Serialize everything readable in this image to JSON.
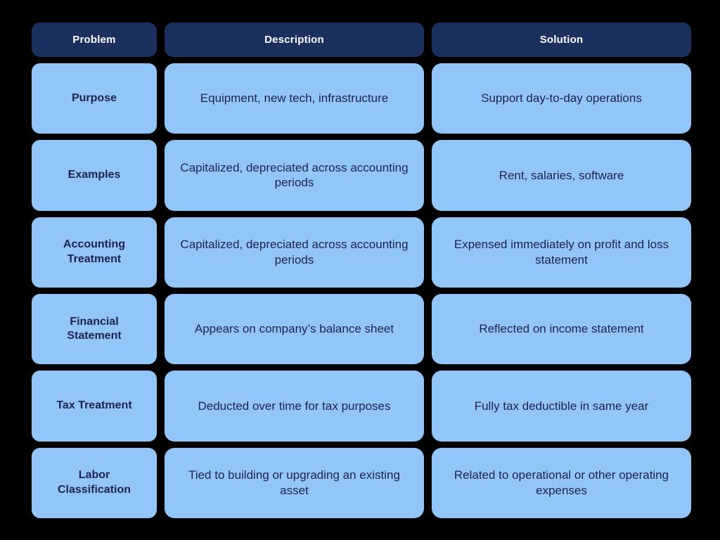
{
  "colors": {
    "background": "#000000",
    "header_fill": "#1c3060",
    "header_text": "#ffffff",
    "cell_fill": "#92c6f9",
    "cell_text": "#1d2151"
  },
  "table": {
    "headers": [
      {
        "label": "Problem"
      },
      {
        "label": "Description"
      },
      {
        "label": "Solution"
      }
    ],
    "rows": [
      {
        "problem": "Purpose",
        "description": "Equipment, new tech, infrastructure",
        "solution": "Support day-to-day operations"
      },
      {
        "problem": "Examples",
        "description": "Capitalized, depreciated across accounting periods",
        "solution": "Rent, salaries, software"
      },
      {
        "problem": "Accounting Treatment",
        "description": "Capitalized, depreciated across accounting periods",
        "solution": "Expensed immediately on profit and loss statement"
      },
      {
        "problem": "Financial Statement",
        "description": "Appears on company’s balance sheet",
        "solution": "Reflected on income statement"
      },
      {
        "problem": "Tax Treatment",
        "description": "Deducted over time for tax purposes",
        "solution": "Fully tax deductible in same year"
      },
      {
        "problem": "Labor Classification",
        "description": "Tied to building or upgrading an existing asset",
        "solution": "Related to operational or other operating expenses"
      }
    ]
  }
}
